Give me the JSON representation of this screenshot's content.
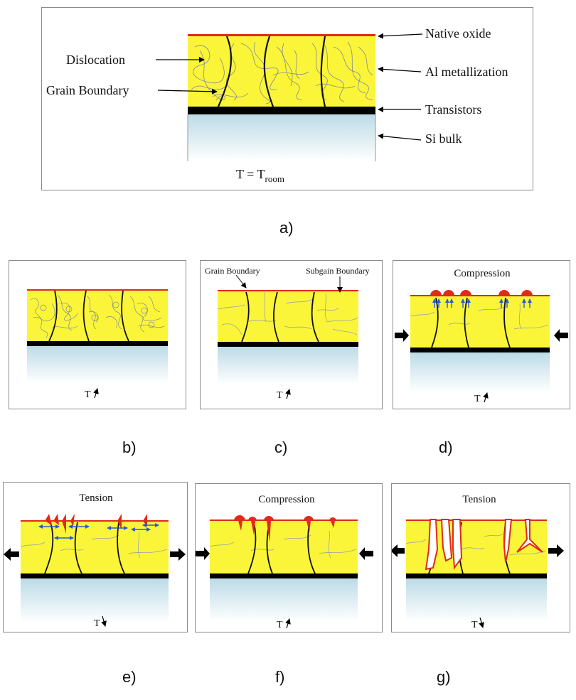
{
  "panel_a": {
    "labels": {
      "native_oxide": "Native oxide",
      "al_metallization": "Al metallization",
      "transistors": "Transistors",
      "si_bulk": "Si bulk",
      "dislocation": "Dislocation",
      "grain_boundary": "Grain Boundary"
    },
    "temperature_main": "T = T",
    "temperature_sub": "room",
    "caption": "a)"
  },
  "panel_b": {
    "temp_label": "T",
    "temp_trend": "up",
    "caption": "b)"
  },
  "panel_c": {
    "grain_boundary_label": "Grain Boundary",
    "subgrain_boundary_label": "Subgain Boundary",
    "temp_label": "T",
    "temp_trend": "up",
    "caption": "c)"
  },
  "panel_d": {
    "stress_label": "Compression",
    "temp_label": "T",
    "temp_trend": "up",
    "caption": "d)"
  },
  "panel_e": {
    "stress_label": "Tension",
    "temp_label": "T",
    "temp_trend": "down",
    "caption": "e)"
  },
  "panel_f": {
    "stress_label": "Compression",
    "temp_label": "T",
    "temp_trend": "up",
    "caption": "f)"
  },
  "panel_g": {
    "stress_label": "Tension",
    "temp_label": "T",
    "temp_trend": "down",
    "caption": "g)"
  },
  "colors": {
    "metal": "#fbf53a",
    "oxide": "#e02a1a",
    "transistor_layer": "#000000",
    "si_bulk_top": "#bcdbe6",
    "si_bulk_bottom": "#ffffff",
    "arrow_blue": "#2a5ad8",
    "frame": "#8a8a8a"
  }
}
